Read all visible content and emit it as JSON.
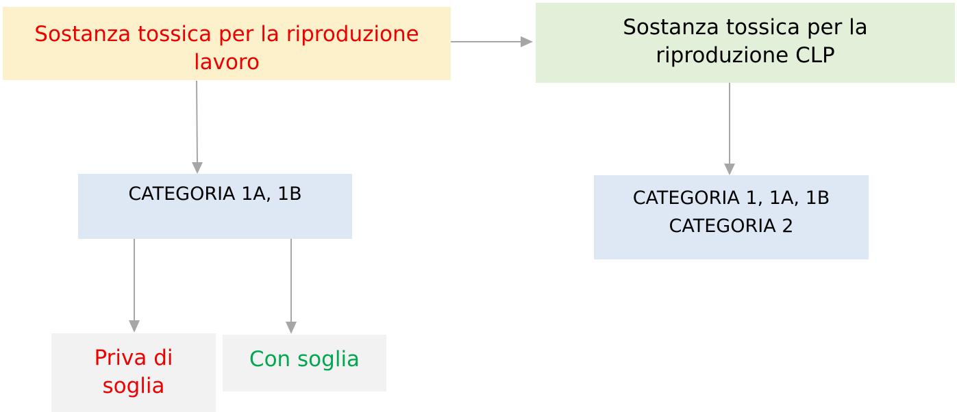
{
  "colors": {
    "red_text": "#ee0000",
    "green_text": "#00a650",
    "black_text": "#000000",
    "arrow": "#a6a6a6",
    "box_lavoro_fill": "#fdf1cc",
    "box_clp_fill": "#e2efd9",
    "box_category_fill": "#dde8f4",
    "box_threshold_fill": "#f2f2f2"
  },
  "nodes": {
    "lavoro": {
      "line1": "Sostanza tossica per la riproduzione",
      "line2": "lavoro"
    },
    "clp": {
      "line1": "Sostanza tossica per la",
      "line2": "riproduzione CLP"
    },
    "categoria_lavoro": {
      "line1": "CATEGORIA 1A, 1B"
    },
    "categoria_clp": {
      "line1": "CATEGORIA 1, 1A, 1B",
      "line2": "CATEGORIA 2"
    },
    "priva_soglia": {
      "line1": "Priva di",
      "line2": "soglia"
    },
    "con_soglia": {
      "line1": "Con soglia"
    }
  }
}
